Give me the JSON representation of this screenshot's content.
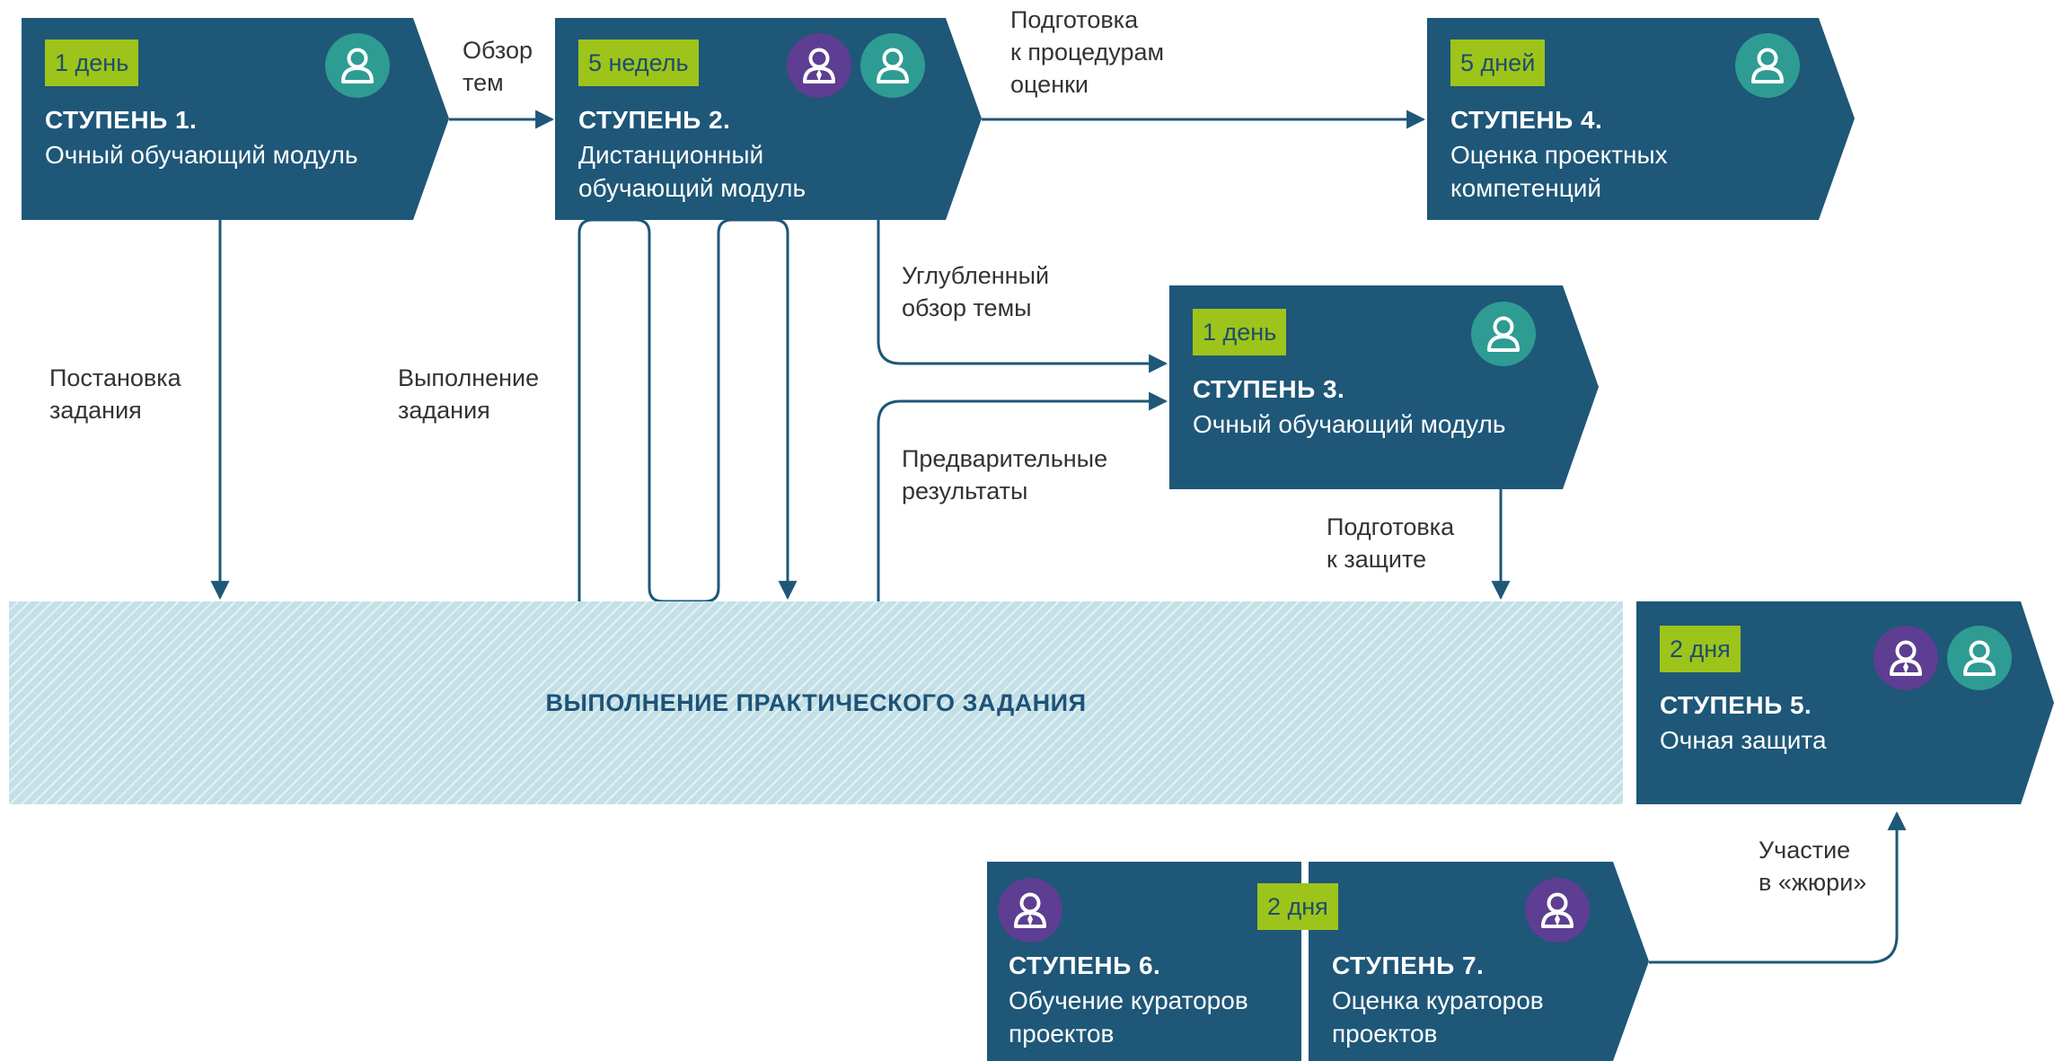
{
  "colors": {
    "stage_fill": "#1e5778",
    "badge": "#9dc41a",
    "participant_icon": "#2e9c93",
    "curator_icon": "#5d3e92",
    "practical_fill": "#c3e0e6",
    "practical_text": "#1e5278",
    "connector": "#1e5778"
  },
  "stages": {
    "s1": {
      "badge": "1 день",
      "title": "СТУПЕНЬ 1.",
      "desc": "Очный обучающий модуль",
      "icons": [
        "participant-icon"
      ]
    },
    "s2": {
      "badge": "5 недель",
      "title": "СТУПЕНЬ 2.",
      "desc": "Дистанционный\nобучающий модуль",
      "icons": [
        "curator-icon",
        "participant-icon"
      ]
    },
    "s3": {
      "badge": "1 день",
      "title": "СТУПЕНЬ 3.",
      "desc": "Очный обучающий модуль",
      "icons": [
        "participant-icon"
      ]
    },
    "s4": {
      "badge": "5 дней",
      "title": "СТУПЕНЬ 4.",
      "desc": "Оценка проектных\nкомпетенций",
      "icons": [
        "participant-icon"
      ]
    },
    "s5": {
      "badge": "2 дня",
      "title": "СТУПЕНЬ 5.",
      "desc": "Очная защита",
      "icons": [
        "curator-icon",
        "participant-icon"
      ]
    },
    "s6": {
      "title": "СТУПЕНЬ 6.",
      "desc": "Обучение кураторов\nпроектов",
      "icons": [
        "curator-icon"
      ]
    },
    "s7": {
      "title": "СТУПЕНЬ 7.",
      "desc": "Оценка кураторов\nпроектов",
      "icons": [
        "curator-icon"
      ]
    },
    "s67_badge": "2 дня"
  },
  "practical": {
    "label": "ВЫПОЛНЕНИЕ ПРАКТИЧЕСКОГО ЗАДАНИЯ"
  },
  "labels": {
    "obzor_tem": "Обзор\nтем",
    "podgotovka_ocenki": "Подготовка\nк процедурам\nоценки",
    "postanovka": "Постановка\nзадания",
    "vypolnenie": "Выполнение\nзадания",
    "uglublenny": "Углубленный\nобзор темы",
    "predvaritelnye": "Предварительные\nрезультаты",
    "podgotovka_zashchite": "Подготовка\nк защите",
    "uchastie": "Участие\nв «жюри»"
  }
}
